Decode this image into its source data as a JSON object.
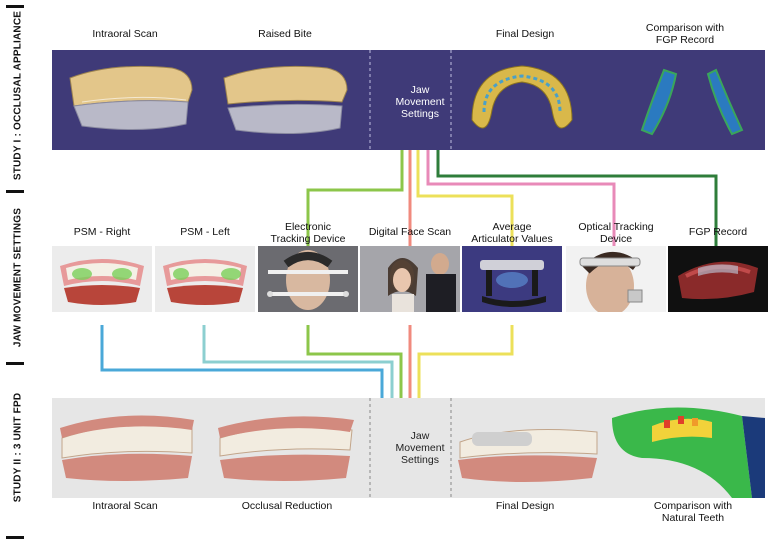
{
  "sections": {
    "study1": "STUDY I : OCCLUSAL APPLIANCE",
    "jaw": "JAW MOVEMENT SETTINGS",
    "study2": "STUDY II : 3 UNIT FPD"
  },
  "study1": {
    "labels": {
      "intraoral": "Intraoral Scan",
      "raised": "Raised Bite",
      "final": "Final Design",
      "comparison_l1": "Comparison with",
      "comparison_l2": "FGP Record"
    },
    "center_l1": "Jaw",
    "center_l2": "Movement",
    "center_l3": "Settings"
  },
  "jaw": {
    "psm_right": "PSM - Right",
    "psm_left": "PSM - Left",
    "etd_l1": "Electronic",
    "etd_l2": "Tracking Device",
    "face_scan": "Digital Face Scan",
    "aav_l1": "Average",
    "aav_l2": "Articulator Values",
    "otd_l1": "Optical Tracking",
    "otd_l2": "Device",
    "fgp": "FGP Record"
  },
  "study2": {
    "labels": {
      "intraoral": "Intraoral Scan",
      "reduction": "Occlusal Reduction",
      "final": "Final Design",
      "comparison_l1": "Comparison with",
      "comparison_l2": "Natural Teeth"
    },
    "center_l1": "Jaw",
    "center_l2": "Movement",
    "center_l3": "Settings"
  },
  "colors": {
    "panel_top": "#3f3a78",
    "panel_bottom": "#e6e6e6",
    "line_blue": "#4aa8d8",
    "line_teal": "#8ccfd0",
    "line_green": "#8cc64a",
    "line_salmon": "#f08a7e",
    "line_yellow": "#ece05a",
    "line_pink": "#e88ab8",
    "line_darkgreen": "#2e7d3a"
  }
}
